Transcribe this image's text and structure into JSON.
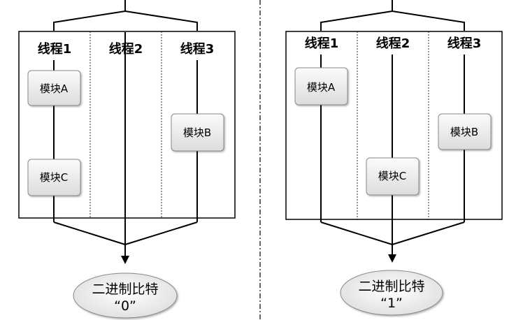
{
  "diagrams": [
    {
      "lanes": [
        {
          "label": "线程1",
          "modules": [
            "模块A",
            "模块C"
          ]
        },
        {
          "label": "线程2",
          "modules": []
        },
        {
          "label": "线程3",
          "modules": [
            "模块B"
          ]
        }
      ],
      "result": {
        "line1": "二进制比特",
        "line2": "“0”"
      }
    },
    {
      "lanes": [
        {
          "label": "线程1",
          "modules": [
            "模块A"
          ]
        },
        {
          "label": "线程2",
          "modules": [
            "模块C"
          ]
        },
        {
          "label": "线程3",
          "modules": [
            "模块B"
          ]
        }
      ],
      "result": {
        "line1": "二进制比特",
        "line2": "“1”"
      }
    }
  ]
}
